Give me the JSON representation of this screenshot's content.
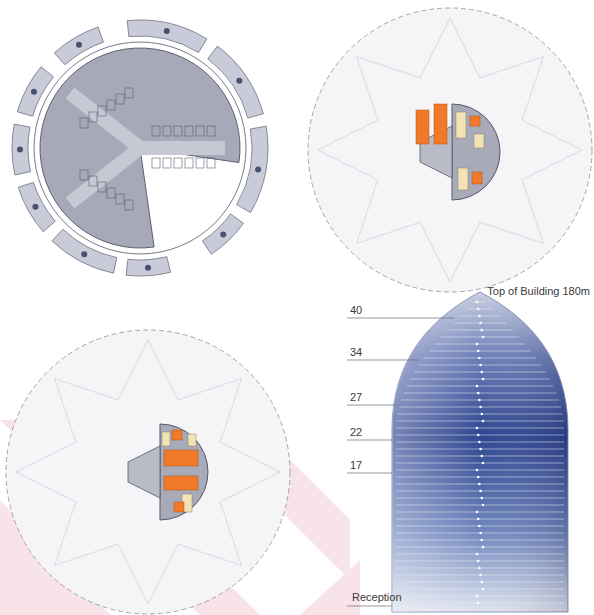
{
  "diagram": {
    "labels": [
      "Top of Building 180m",
      "40",
      "34",
      "27",
      "22",
      "17",
      "Reception"
    ]
  }
}
